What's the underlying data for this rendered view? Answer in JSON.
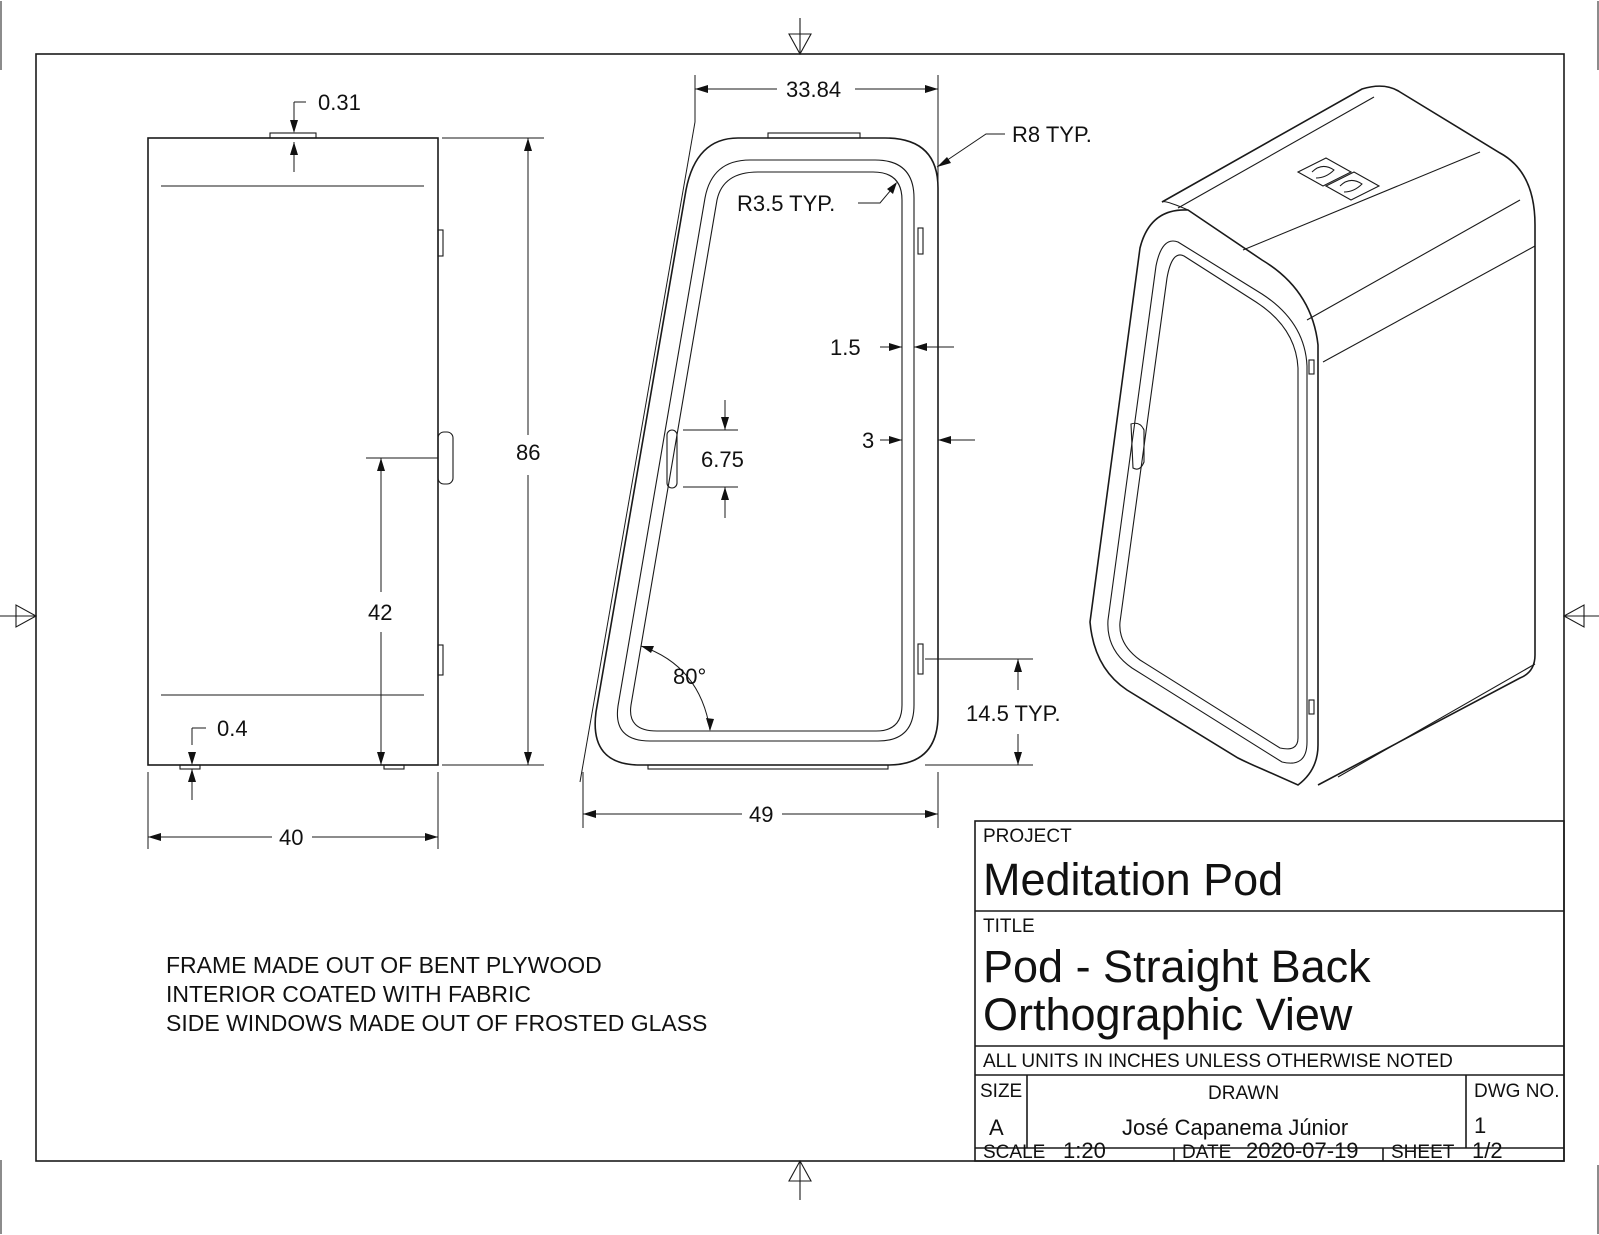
{
  "dimensions": {
    "front_top_thickness": "0.31",
    "front_bottom_thickness": "0.4",
    "front_width": "40",
    "front_height": "86",
    "handle_height": "42",
    "side_top_width": "33.84",
    "outer_radius": "R8 TYP.",
    "inner_radius": "R3.5 TYP.",
    "frame_inner": "1.5",
    "frame_outer": "3",
    "handle_length": "6.75",
    "angle": "80°",
    "hinge_height": "14.5 TYP.",
    "side_bottom_width": "49"
  },
  "notes": [
    "FRAME MADE OUT OF BENT PLYWOOD",
    "INTERIOR COATED WITH FABRIC",
    "SIDE WINDOWS MADE OUT OF FROSTED GLASS"
  ],
  "title_block": {
    "project_label": "PROJECT",
    "project": "Meditation Pod",
    "title_label": "TITLE",
    "title_line1": "Pod - Straight Back",
    "title_line2": "Orthographic View",
    "units_note": "ALL UNITS IN INCHES UNLESS OTHERWISE NOTED",
    "size_label": "SIZE",
    "size": "A",
    "drawn_label": "DRAWN",
    "drawn_by": "José Capanema Júnior",
    "dwg_no_label": "DWG NO.",
    "dwg_no": "1",
    "scale_label": "SCALE",
    "scale": "1:20",
    "date_label": "DATE",
    "date": "2020-07-19",
    "sheet_label": "SHEET",
    "sheet": "1/2"
  }
}
